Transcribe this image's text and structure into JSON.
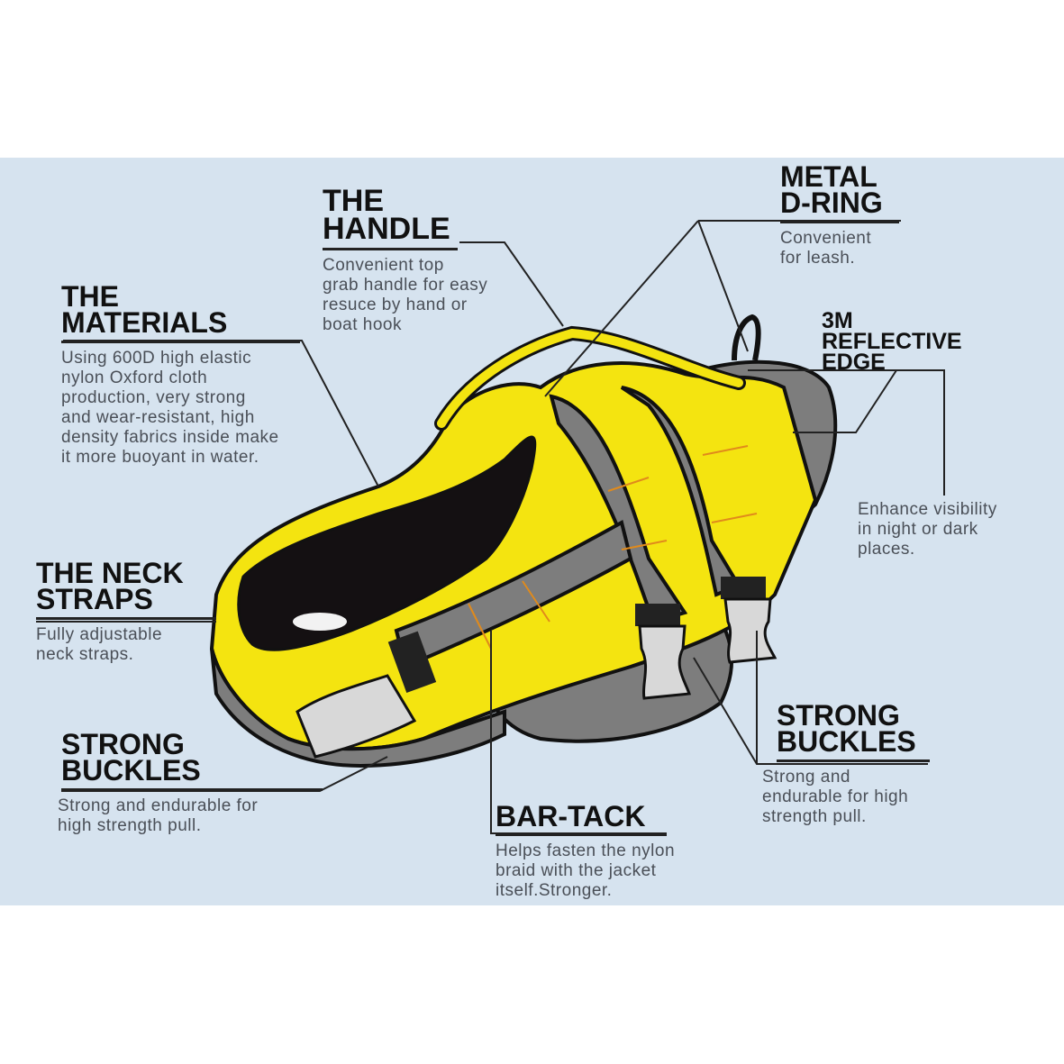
{
  "colors": {
    "background": "#d6e3ef",
    "vest_yellow": "#f4e410",
    "strap_gray": "#7d7d7d",
    "buckle_light": "#d8d8d8",
    "lining_black": "#141012",
    "stitch_orange": "#e08a1c",
    "title_text": "#111111",
    "desc_text": "#4a4f57"
  },
  "features": {
    "handle": {
      "title": "THE\nHANDLE",
      "description": "Convenient top\ngrab handle for easy\nresuce by hand or\nboat hook"
    },
    "d_ring": {
      "title": "METAL\nD-RING",
      "description": "Convenient\nfor leash."
    },
    "materials": {
      "title": "THE\nMATERIALS",
      "description": "Using 600D high elastic\nnylon Oxford cloth\nproduction, very strong\nand wear-resistant, high\ndensity fabrics inside make\nit more buoyant in water."
    },
    "reflective_edge": {
      "title": "3M\nREFLECTIVE\nEDGE",
      "description": "Enhance visibility\nin night or dark\nplaces."
    },
    "neck_straps": {
      "title": "THE NECK\nSTRAPS",
      "description": "Fully adjustable\nneck straps."
    },
    "buckles_left": {
      "title": "STRONG\nBUCKLES",
      "description": "Strong and endurable for\nhigh strength pull."
    },
    "bar_tack": {
      "title": "BAR-TACK",
      "description": "Helps fasten the nylon\nbraid with the jacket\nitself.Stronger."
    },
    "buckles_right": {
      "title": "STRONG\nBUCKLES",
      "description": "Strong and\nendurable for high\nstrength pull."
    }
  }
}
